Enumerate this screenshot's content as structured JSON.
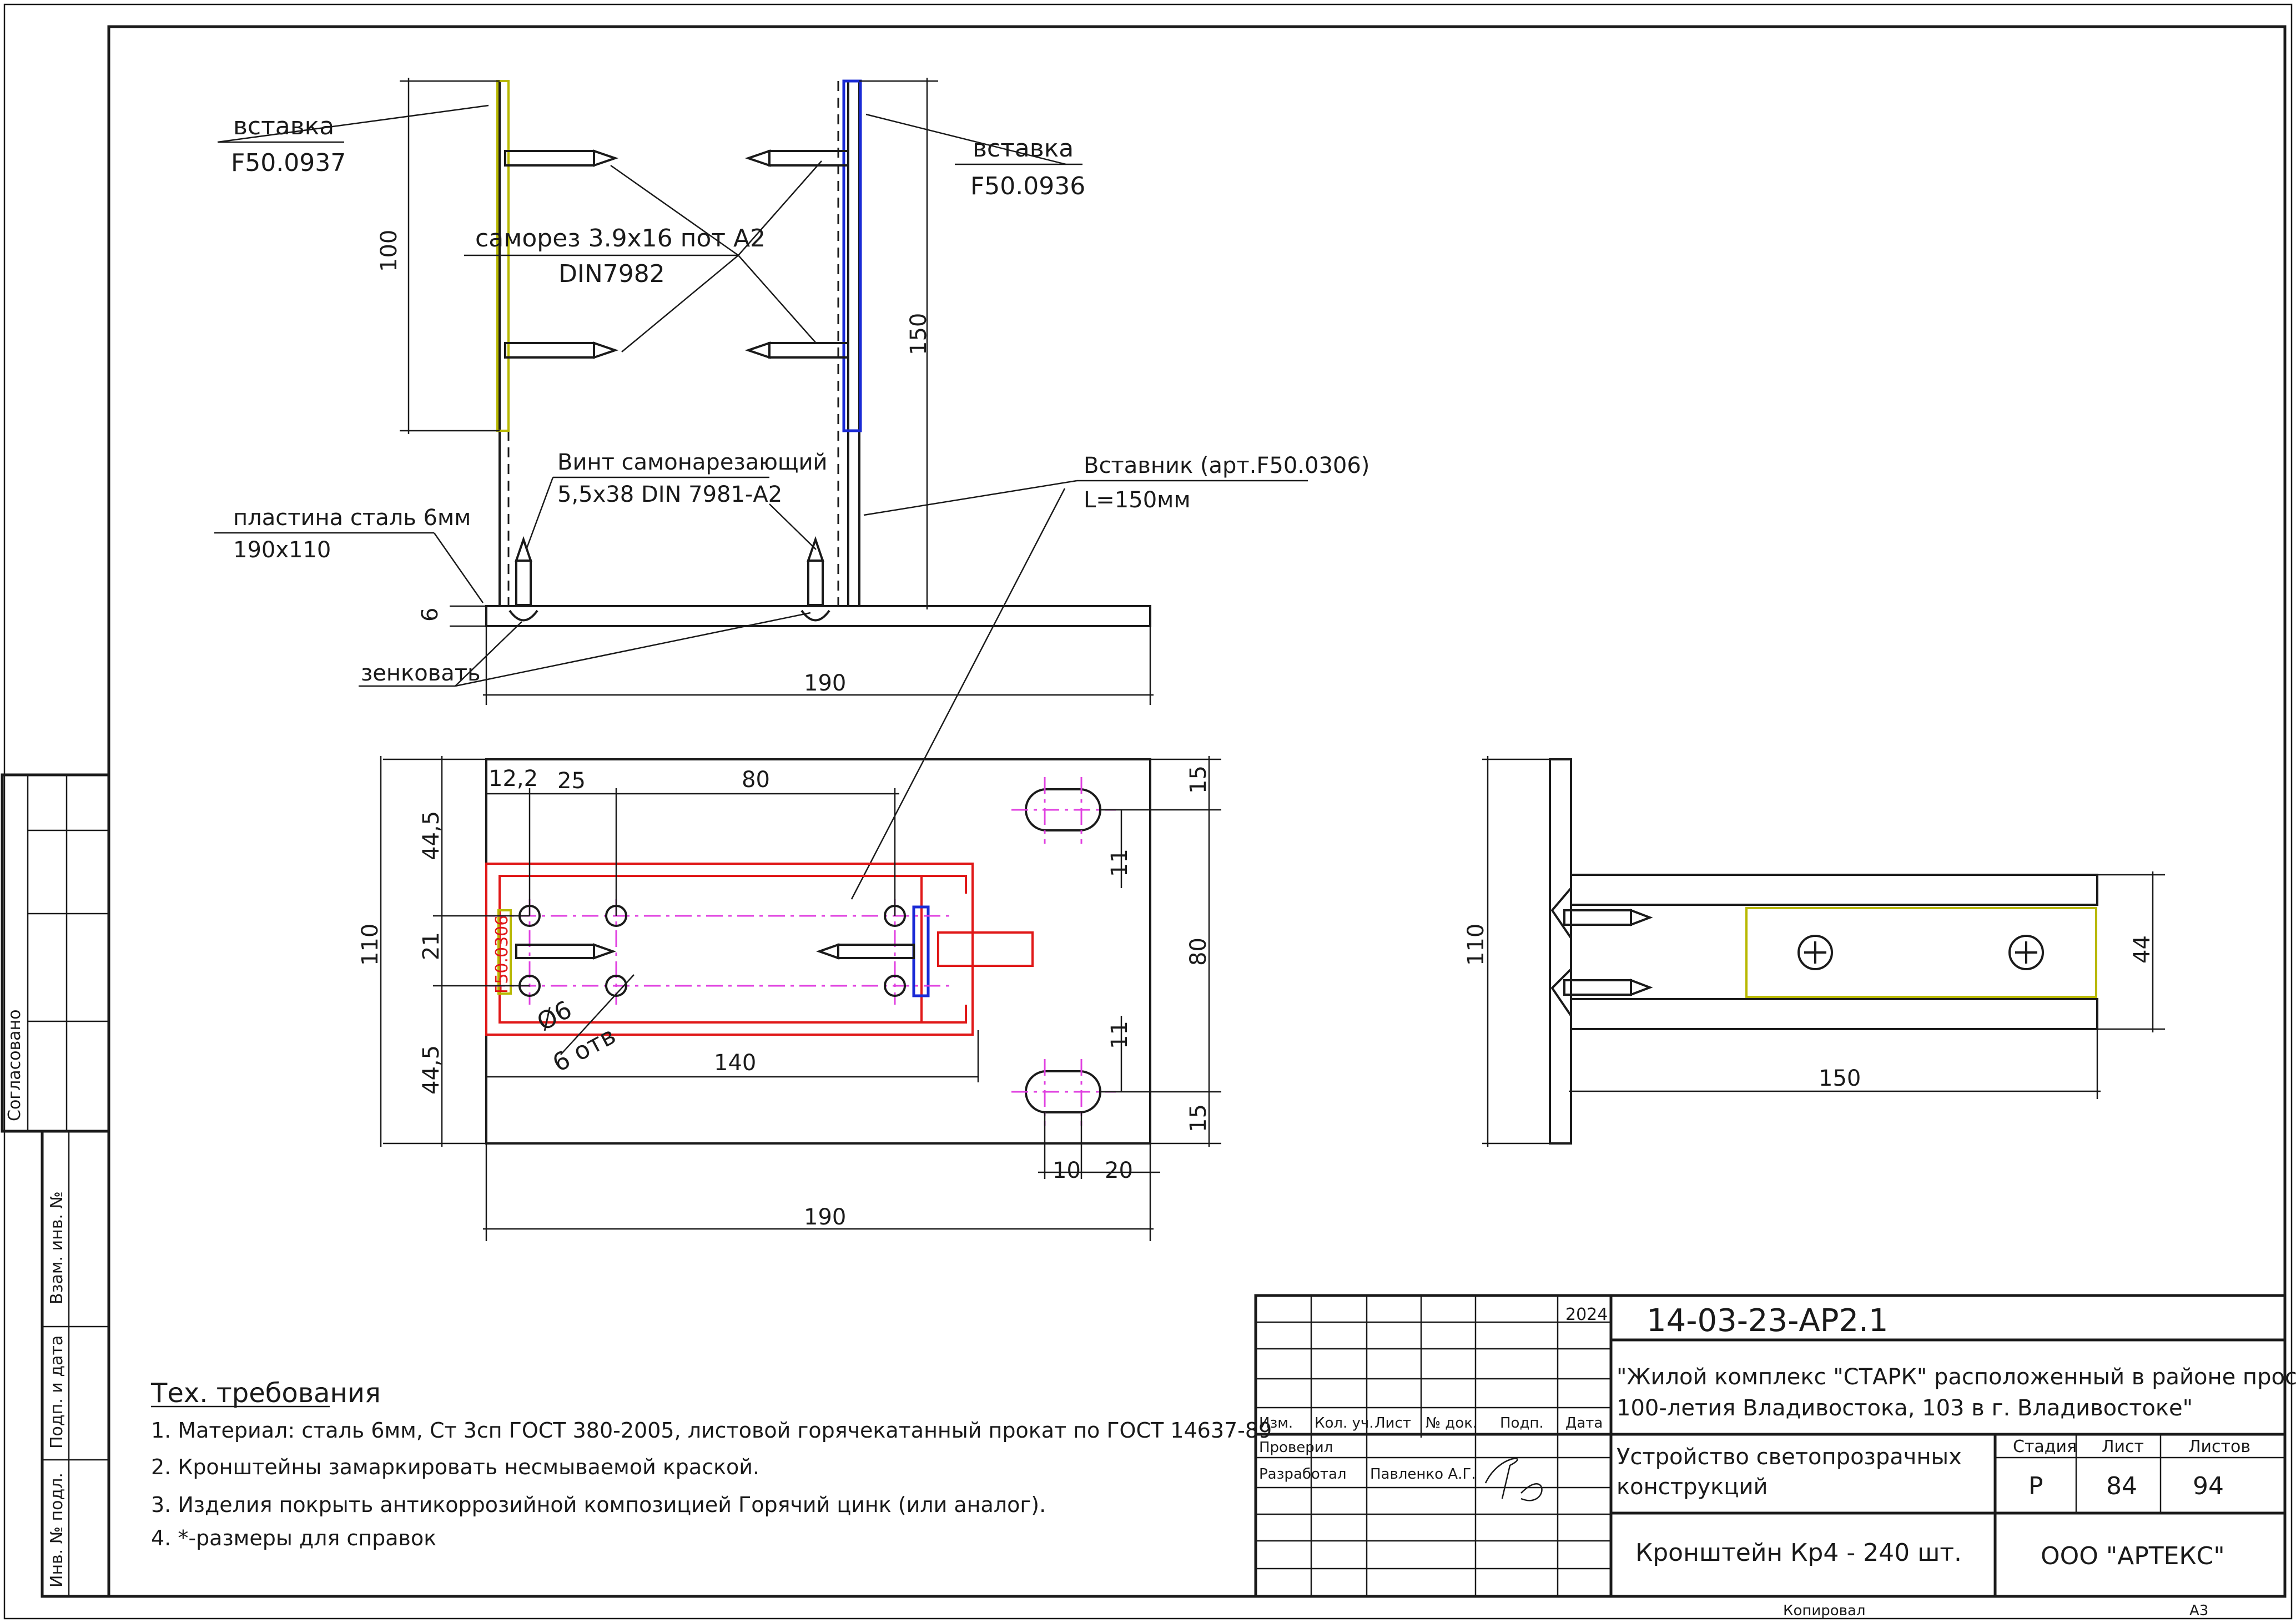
{
  "labels": {
    "insert_left_name": "вставка",
    "insert_left_code": "F50.0937",
    "insert_right_name": "вставка",
    "insert_right_code": "F50.0936",
    "screw_1": "саморез 3.9х16 пот А2",
    "screw_2": "DIN7982",
    "plate_1": "пластина сталь 6мм",
    "plate_2": "190х110",
    "self_tap_1": "Винт самонарезающий",
    "self_tap_2": "5,5х38 DIN 7981-А2",
    "insert_profile_1": "Вставник (арт.F50.0306)",
    "insert_profile_2": "L=150мм",
    "countersink": "зенковать",
    "hole_dia": "Ø6",
    "holes_count": "6 отв",
    "profile_mark": "F50.0306"
  },
  "dimensions": {
    "top_height": "100",
    "top_total": "150",
    "plate_thk": "6",
    "top_width": "190",
    "plan_12": "12,2",
    "plan_25": "25",
    "plan_80_h": "80",
    "plan_44a": "44,5",
    "plan_21": "21",
    "plan_44b": "44,5",
    "plan_110": "110",
    "plan_15a": "15",
    "plan_11a": "11",
    "plan_80_v": "80",
    "plan_11b": "11",
    "plan_15b": "15",
    "plan_140": "140",
    "plan_10": "10",
    "plan_20": "20",
    "plan_190": "190",
    "side_110": "110",
    "side_44": "44",
    "side_150": "150"
  },
  "notes": {
    "title": "Тех. требования",
    "items": [
      "1. Материал: сталь 6мм, Ст 3сп ГОСТ 380-2005, листовой горячекатанный прокат по ГОСТ 14637-89",
      "2. Кронштейны замаркировать несмываемой краской.",
      "3. Изделия покрыть антикоррозийной композицией Горячий цинк (или аналог).",
      "4. *-размеры для справок"
    ]
  },
  "side_stamp": {
    "agreed": "Согласовано",
    "inv_swap": "Взам. инв. №",
    "sign_date": "Подп. и дата",
    "inv_orig": "Инв. № подл."
  },
  "title_block": {
    "year": "2024",
    "doc_code": "14-03-23-АР2.1",
    "project_1": "\"Жилой комплекс \"СТАРК\" расположенный в районе проспекта",
    "project_2": "100-летия Владивостока, 103 в г. Владивостоке\"",
    "hdr_izm": "Изм.",
    "hdr_kol": "Кол. уч.",
    "hdr_list": "Лист",
    "hdr_ndok": "№ док.",
    "hdr_podp": "Подп.",
    "hdr_data": "Дата",
    "checked": "Проверил",
    "developed": "Разработал",
    "developer": "Павленко А.Г.",
    "section_1": "Устройство светопрозрачных",
    "section_2": "конструкций",
    "stage_hdr": "Стадия",
    "sheet_hdr": "Лист",
    "sheets_hdr": "Листов",
    "stage": "Р",
    "sheet": "84",
    "sheets": "94",
    "item": "Кронштейн Кр4 - 240 шт.",
    "company": "ООО \"АРТЕКС\"",
    "copied": "Копировал",
    "format": "А3"
  }
}
